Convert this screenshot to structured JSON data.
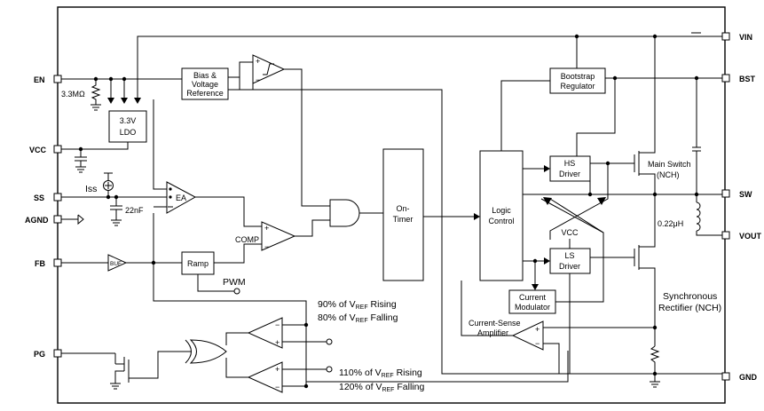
{
  "pins": {
    "en": "EN",
    "vcc": "VCC",
    "ss": "SS",
    "agnd": "AGND",
    "fb": "FB",
    "pg": "PG",
    "vin": "VIN",
    "bst": "BST",
    "sw": "SW",
    "vout": "VOUT",
    "gnd": "GND"
  },
  "blocks": {
    "ldo_line1": "3.3V",
    "ldo_line2": "LDO",
    "bias_line1": "Bias &",
    "bias_line2": "Voltage",
    "bias_line3": "Reference",
    "ea": "EA",
    "buf": "BUF",
    "ramp": "Ramp",
    "on_timer_line1": "On-",
    "on_timer_line2": "Timer",
    "logic_line1": "Logic",
    "logic_line2": "Control",
    "bootstrap_line1": "Bootstrap",
    "bootstrap_line2": "Regulator",
    "hs_line1": "HS",
    "hs_line2": "Driver",
    "ls_line1": "LS",
    "ls_line2": "Driver",
    "ls_vcc": "VCC",
    "cm_line1": "Current",
    "cm_line2": "Modulator"
  },
  "labels": {
    "resistor_en": "3.3MΩ",
    "iss": "Iss",
    "cap_ss": "22nF",
    "comp": "COMP",
    "pwm": "PWM",
    "main_switch_line1": "Main Switch",
    "main_switch_line2": "(NCH)",
    "inductor": "0.22μH",
    "sync_line1": "Synchronous",
    "sync_line2": "Rectifier (NCH)",
    "cs_amp_line1": "Current-Sense",
    "cs_amp_line2": "Amplifier",
    "thr_upper_1a": "90% of V",
    "thr_upper_1b": "REF",
    "thr_upper_1c": " Rising",
    "thr_upper_2a": "80% of V",
    "thr_upper_2b": "REF",
    "thr_upper_2c": " Falling",
    "thr_lower_1a": "110% of V",
    "thr_lower_1b": "REF",
    "thr_lower_1c": " Rising",
    "thr_lower_2a": "120% of V",
    "thr_lower_2b": "REF",
    "thr_lower_2c": " Falling",
    "plus": "+",
    "minus": "−"
  }
}
